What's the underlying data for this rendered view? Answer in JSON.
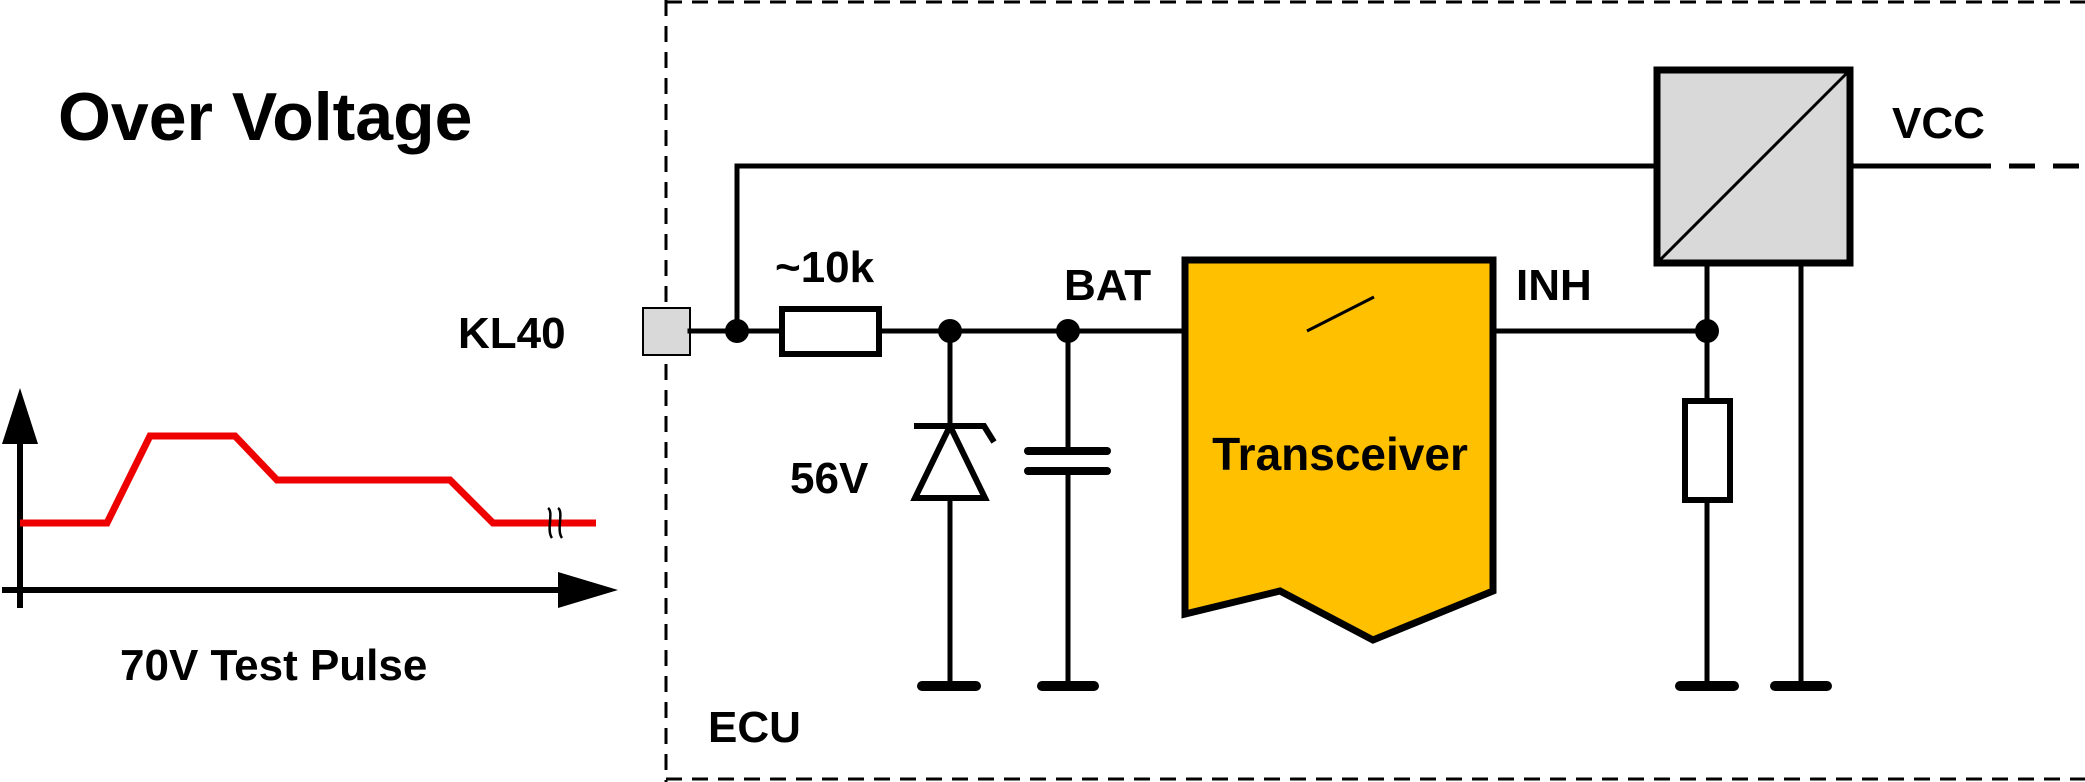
{
  "title": "Over Voltage",
  "pulse": {
    "caption": "70V Test Pulse"
  },
  "labels": {
    "kl40": "KL40",
    "resistor": "~10k",
    "zener": "56V",
    "bat": "BAT",
    "inh": "INH",
    "vcc": "VCC",
    "ecu": "ECU"
  },
  "blocks": {
    "transceiver": "Transceiver"
  },
  "colors": {
    "pulse": "#ee0000",
    "transceiver_fill": "#ffc000",
    "regulator_fill": "#d9d9d9",
    "connector_fill": "#d9d9d9",
    "ink": "#000000"
  }
}
